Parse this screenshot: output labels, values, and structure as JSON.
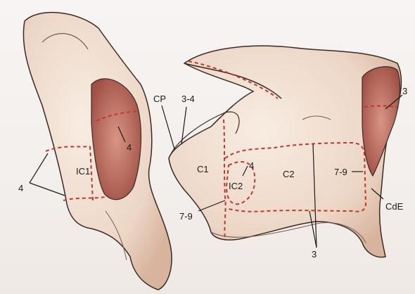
{
  "labels": {
    "cp": "CP",
    "c1": "C1",
    "c2": "C2",
    "ic1": "IC1",
    "ic2": "IC2",
    "cde": "CdE",
    "n34": "3-4",
    "n4_left": "4",
    "n4_left_upper": "4",
    "n4_center": "4",
    "n79_left": "7-9",
    "n79_right": "7-9",
    "n3_right": "3",
    "n3_bottom": "3"
  },
  "colors": {
    "bone": "#f3e6da",
    "bone_shadow": "#d9b8a3",
    "cartilage": "#b96a5d",
    "dashed": "#c0392b",
    "line": "#3a2a24"
  }
}
